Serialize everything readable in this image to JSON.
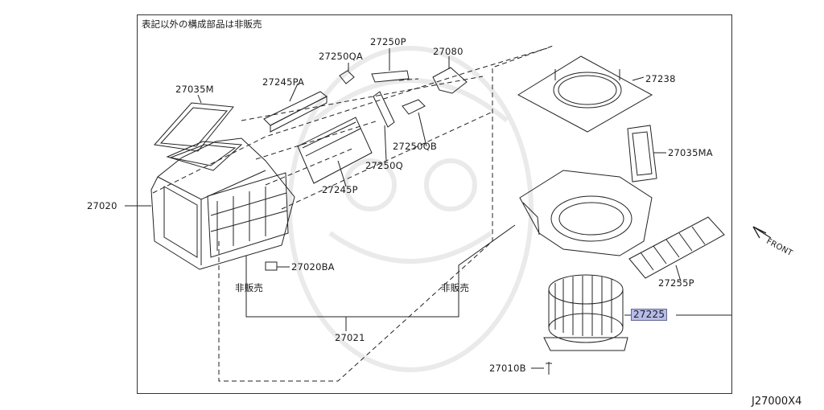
{
  "diagram": {
    "note": "表記以外の構成部品は非販売",
    "parts": {
      "p27250P": "27250P",
      "p27080": "27080",
      "p27250QA": "27250QA",
      "p27245PA": "27245PA",
      "p27035M": "27035M",
      "p27238": "27238",
      "p27250QB": "27250QB",
      "p27035MA": "27035MA",
      "p27250Q": "27250Q",
      "p27245P": "27245P",
      "p27020": "27020",
      "p27020BA": "27020BA",
      "p27255P": "27255P",
      "p27225": "27225",
      "p27021": "27021",
      "p27010B": "27010B"
    },
    "not_sold_left": "非販売",
    "not_sold_right": "非販売",
    "front": "FRONT",
    "ref_code": "J27000X4"
  }
}
